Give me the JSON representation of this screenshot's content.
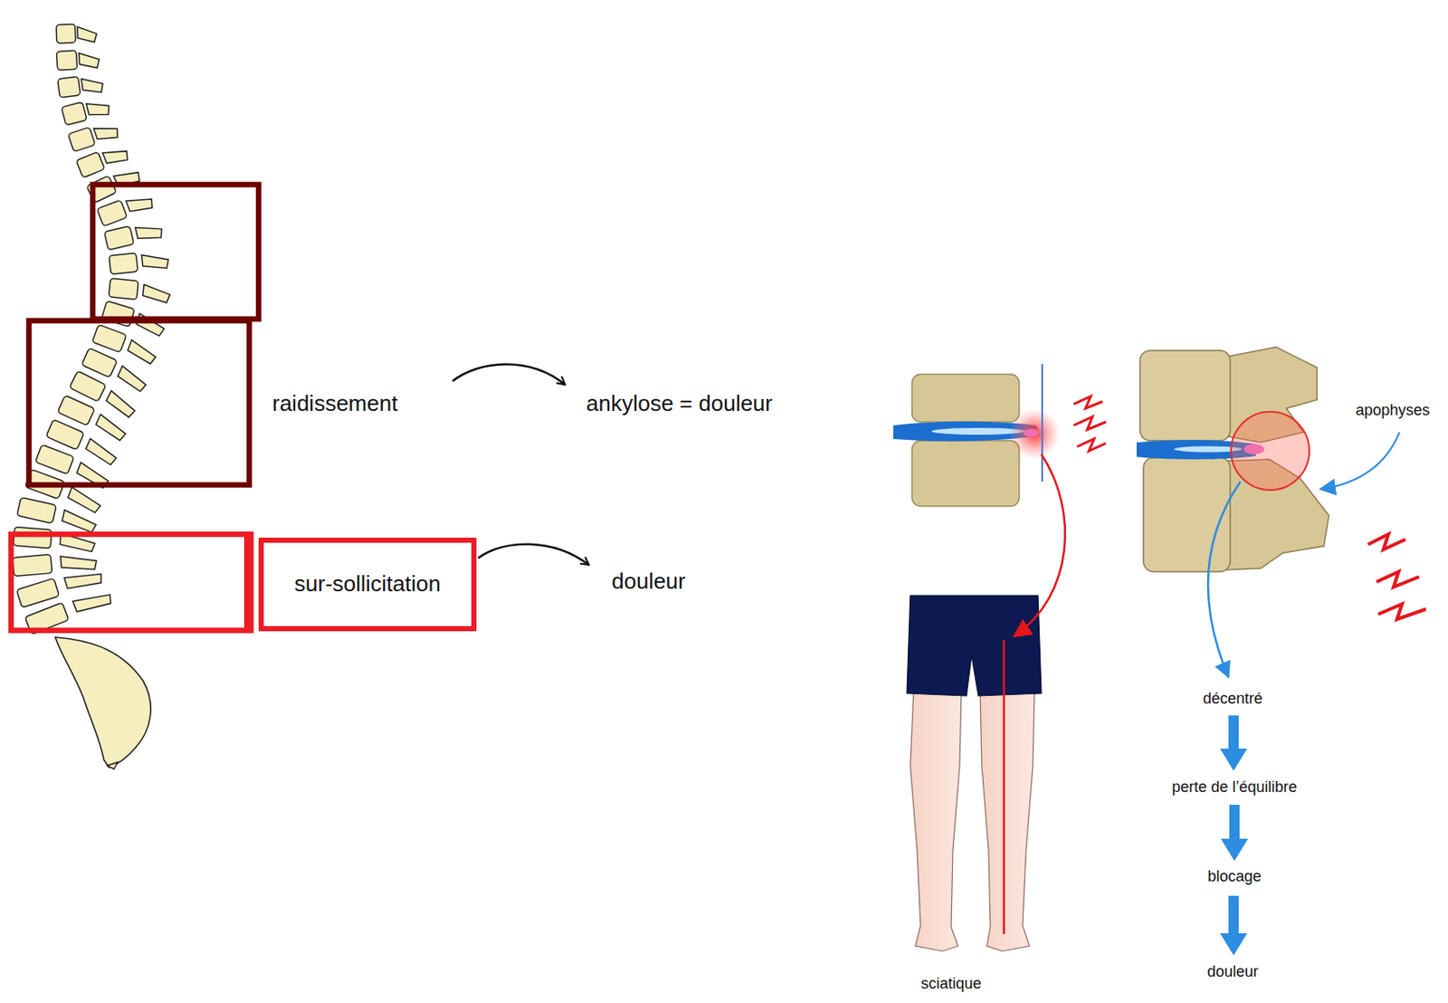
{
  "diagram": {
    "nodes": [
      {
        "text": [
          "sur-sollicitation"
        ]
      }
    ],
    "labels": [
      "raidissement",
      "ankylose = douleur",
      "douleur",
      "apophyses",
      "sciatique",
      "décentré",
      "perte de l’équilibre",
      "blocage",
      "douleur"
    ]
  }
}
